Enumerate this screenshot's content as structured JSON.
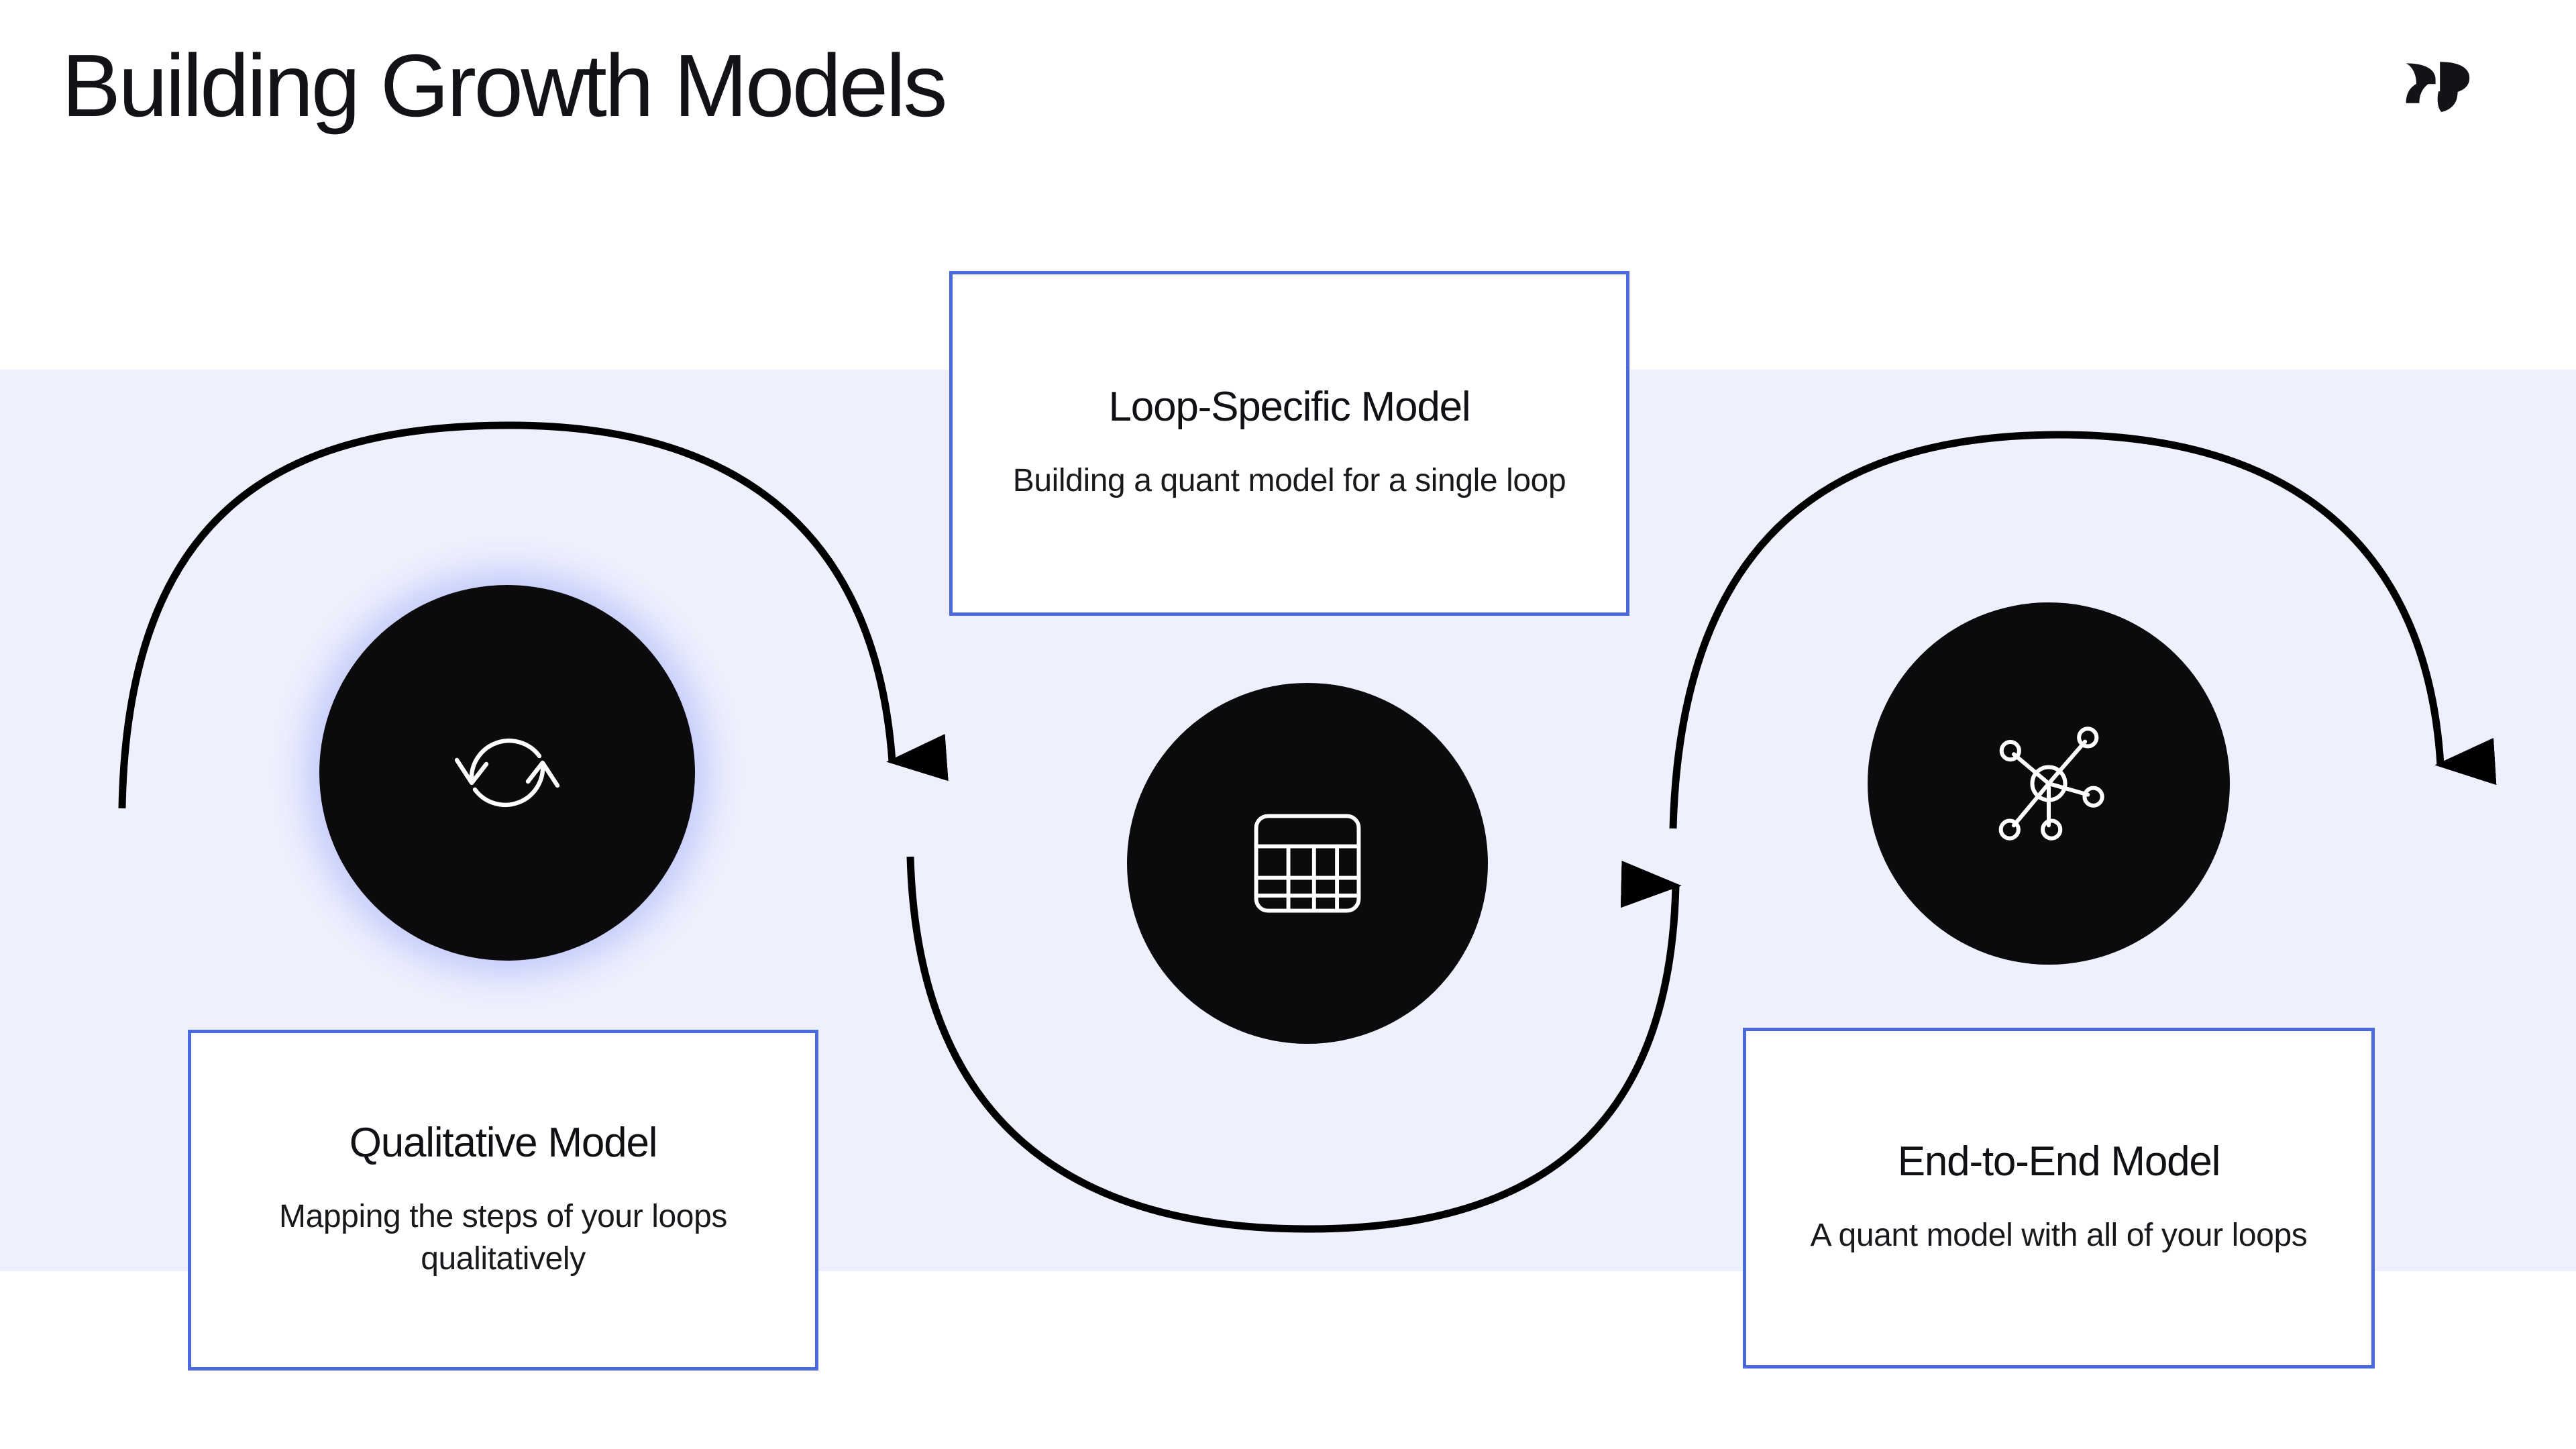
{
  "header": {
    "title": "Building Growth Models",
    "logo_icon": "reforge-double-chevron-logo"
  },
  "theme": {
    "page_background": "#ffffff",
    "band_background": "#eef0fd",
    "card_border": "#4a69dd",
    "node_fill": "#0b0b0d",
    "text_color": "#111316",
    "arrow_color": "#000000"
  },
  "diagram": {
    "nodes": [
      {
        "id": "qualitative",
        "icon": "refresh-cycle-icon",
        "card": {
          "title": "Qualitative Model",
          "description": "Mapping the steps of your loops qualitatively"
        }
      },
      {
        "id": "loop-specific",
        "icon": "spreadsheet-table-icon",
        "card": {
          "title": "Loop-Specific Model",
          "description": "Building a quant model for a single loop"
        }
      },
      {
        "id": "end-to-end",
        "icon": "network-hub-icon",
        "card": {
          "title": "End-to-End Model",
          "description": "A quant model with all of your loops"
        }
      }
    ],
    "connectors": [
      {
        "id": "arc-1",
        "shape": "arc-over",
        "direction": "left-to-right"
      },
      {
        "id": "arc-2",
        "shape": "arc-under",
        "direction": "left-to-right"
      },
      {
        "id": "arc-3",
        "shape": "arc-over",
        "direction": "left-to-right"
      }
    ]
  }
}
